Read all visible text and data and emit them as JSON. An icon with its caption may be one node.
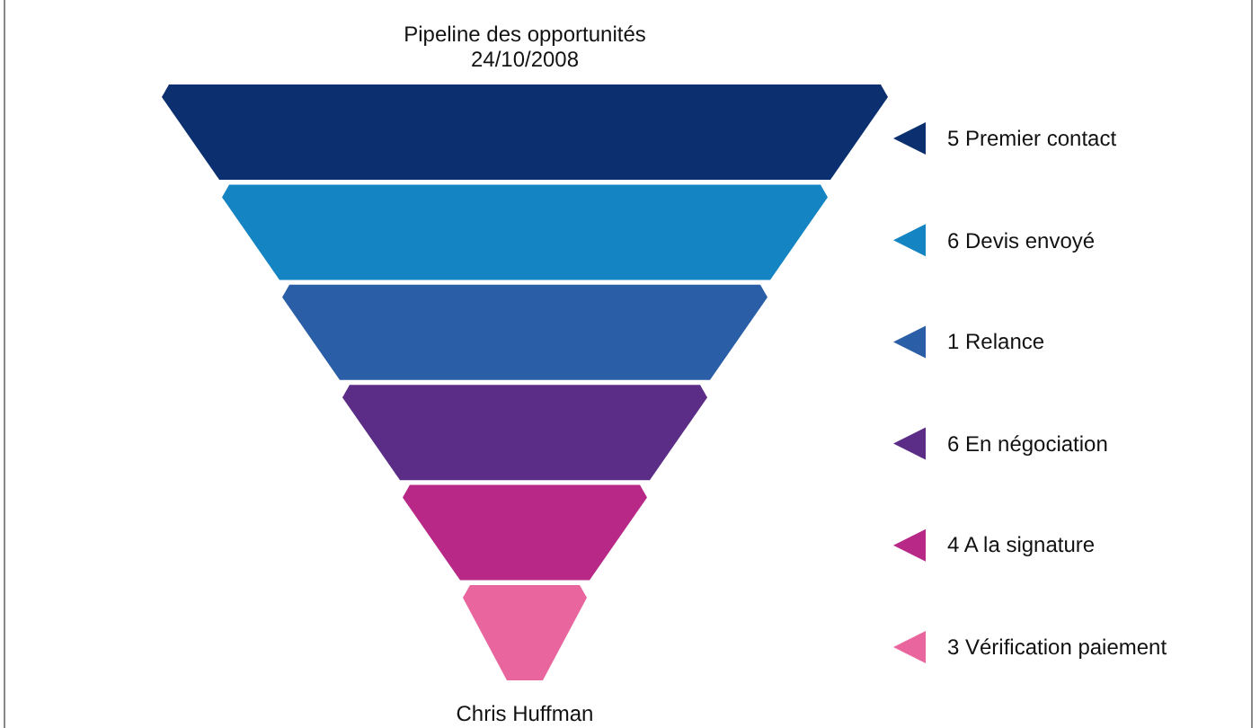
{
  "diagram": {
    "title": "Pipeline des opportunités 24/10/2008",
    "caption": "Chris Huffman",
    "legend": [
      {
        "text": "5 Premier contact",
        "color": "#0b2f6f"
      },
      {
        "text": "6 Devis envoyé",
        "color": "#1584c2"
      },
      {
        "text": "1 Relance",
        "color": "#2a5ea6"
      },
      {
        "text": "6 En négociation",
        "color": "#5b2d86"
      },
      {
        "text": "4 A la signature",
        "color": "#b72887"
      },
      {
        "text": "3 Vérification paiement",
        "color": "#e8659e"
      }
    ]
  }
}
